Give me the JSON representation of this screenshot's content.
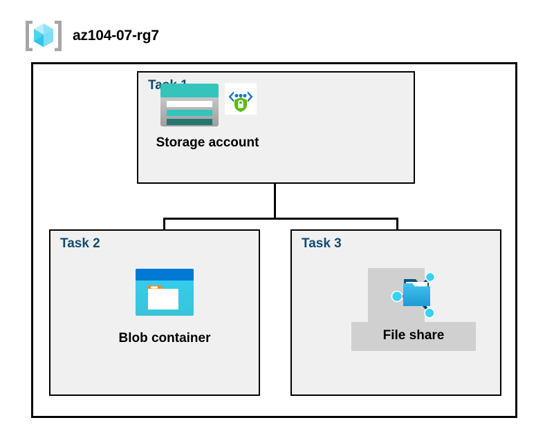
{
  "resource_group": {
    "title": "az104-07-rg7",
    "icon": "resource-group-cube-icon"
  },
  "tasks": [
    {
      "id": "task-1",
      "label": "Task 1",
      "node": {
        "caption": "Storage account",
        "icon": "storage-account-icon",
        "secondary_icon": "secure-code-shield-lock-icon"
      }
    },
    {
      "id": "task-2",
      "label": "Task 2",
      "node": {
        "caption": "Blob container",
        "icon": "blob-container-icon"
      }
    },
    {
      "id": "task-3",
      "label": "Task 3",
      "node": {
        "caption": "File share",
        "icon": "file-share-folder-icon"
      }
    }
  ],
  "connections": [
    {
      "from": "Storage account",
      "to": "Blob container"
    },
    {
      "from": "Storage account",
      "to": "File share"
    }
  ],
  "colors": {
    "task_label": "#134A6E",
    "task_fill": "#F0F0F0",
    "border": "#000000",
    "canvas": "#FFFFFF",
    "plate": "#D0D0D0",
    "storage_teal": "#35C4BB",
    "storage_teal_dark": "#2A8C84",
    "blob_blue": "#0078D4",
    "blob_cyan": "#32C8E8",
    "blob_orange": "#F08A22",
    "fileshare_blue": "#32AEDD",
    "node_cyan": "#36D3F5",
    "shield_green": "#5DB917",
    "bracket_gray": "#A6A6A6",
    "cube_cyan": "#9FE9F8"
  }
}
